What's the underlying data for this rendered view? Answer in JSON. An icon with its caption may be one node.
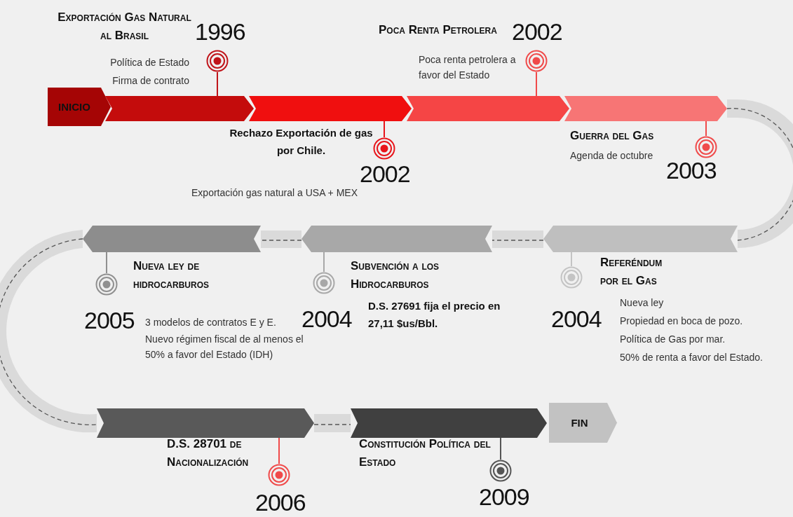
{
  "diagram": {
    "nodes": [
      {
        "text": [
          "INICIO"
        ]
      },
      {
        "text": [],
        "shape": "bar"
      },
      {
        "text": [],
        "shape": "bar"
      },
      {
        "text": [],
        "shape": "bar"
      },
      {
        "text": [],
        "shape": "bar"
      },
      {
        "text": [],
        "shape": "circle",
        "beside": [
          "1996"
        ]
      },
      {
        "text": [],
        "shape": "circle",
        "beside": [
          "2002"
        ]
      },
      {
        "text": [],
        "shape": "circle",
        "beside": [
          "2002"
        ]
      },
      {
        "text": [],
        "shape": "circle",
        "beside": [
          "2003"
        ]
      },
      {
        "text": [],
        "shape": "bar"
      },
      {
        "text": [],
        "shape": "bar"
      },
      {
        "text": [],
        "shape": "bar"
      },
      {
        "text": [],
        "shape": "circle",
        "beside": [
          "2005"
        ]
      },
      {
        "text": [],
        "shape": "circle",
        "beside": [
          "2004"
        ]
      },
      {
        "text": [],
        "shape": "circle",
        "beside": [
          "2004"
        ]
      },
      {
        "text": [],
        "shape": "bar"
      },
      {
        "text": [],
        "shape": "bar"
      },
      {
        "text": [
          "FIN"
        ]
      },
      {
        "text": [],
        "shape": "circle",
        "beside": [
          "2006"
        ]
      },
      {
        "text": [],
        "shape": "circle",
        "beside": [
          "2009"
        ]
      }
    ],
    "edges": [
      {
        "from": 5,
        "to": 1,
        "arrow": "none",
        "color": "#c0141a"
      },
      {
        "from": 6,
        "to": 2,
        "arrow": "none",
        "color": "#e8151b"
      },
      {
        "from": 7,
        "to": 3,
        "arrow": "none",
        "color": "#f04a4a"
      },
      {
        "from": 8,
        "to": 4,
        "arrow": "none",
        "color": "#f04a4a"
      },
      {
        "from": 4,
        "to": 11,
        "arrow": "none",
        "style": "dashed"
      },
      {
        "from": 11,
        "to": 10,
        "arrow": "none",
        "style": "dashed"
      },
      {
        "from": 10,
        "to": 9,
        "arrow": "none",
        "style": "dashed"
      },
      {
        "from": 9,
        "to": 15,
        "arrow": "none",
        "style": "dashed"
      },
      {
        "from": 15,
        "to": 16,
        "arrow": "none",
        "style": "dashed"
      },
      {
        "from": 12,
        "to": 9,
        "arrow": "none",
        "color": "#909090"
      },
      {
        "from": 13,
        "to": 10,
        "arrow": "none",
        "color": "#a8a8a8"
      },
      {
        "from": 14,
        "to": 11,
        "arrow": "none",
        "color": "#c4c4c4"
      },
      {
        "from": 18,
        "to": 15,
        "arrow": "none",
        "color": "#f04a4a"
      },
      {
        "from": 19,
        "to": 16,
        "arrow": "none",
        "color": "#555555"
      }
    ],
    "labels": [
      "Exportación Gas Natural al Brasil",
      "Política de Estado",
      "Firma de contrato",
      "Poca Renta Petrolera",
      "Poca renta petrolera a favor del Estado",
      "Rechazo Exportación de gas por Chile.",
      "Guerra del Gas",
      "Agenda de octubre",
      "Exportación gas natural a USA + MEX",
      "Nueva ley de hidrocarburos",
      "Subvención a los Hidrocarburos",
      "Referéndum por el Gas",
      "Nueva ley",
      "D.S. 27691 fija el precio en 27,11 $us/Bbl.",
      "3 modelos de contratos E y E.",
      "Propiedad en boca de pozo.",
      "Nuevo régimen fiscal de al menos el 50% a favor del Estado (IDH)",
      "Política de Gas por mar.",
      "50% de renta a favor del Estado.",
      "D.S. 28701 de Nacionalización",
      "Constitución Política del Estado"
    ]
  }
}
